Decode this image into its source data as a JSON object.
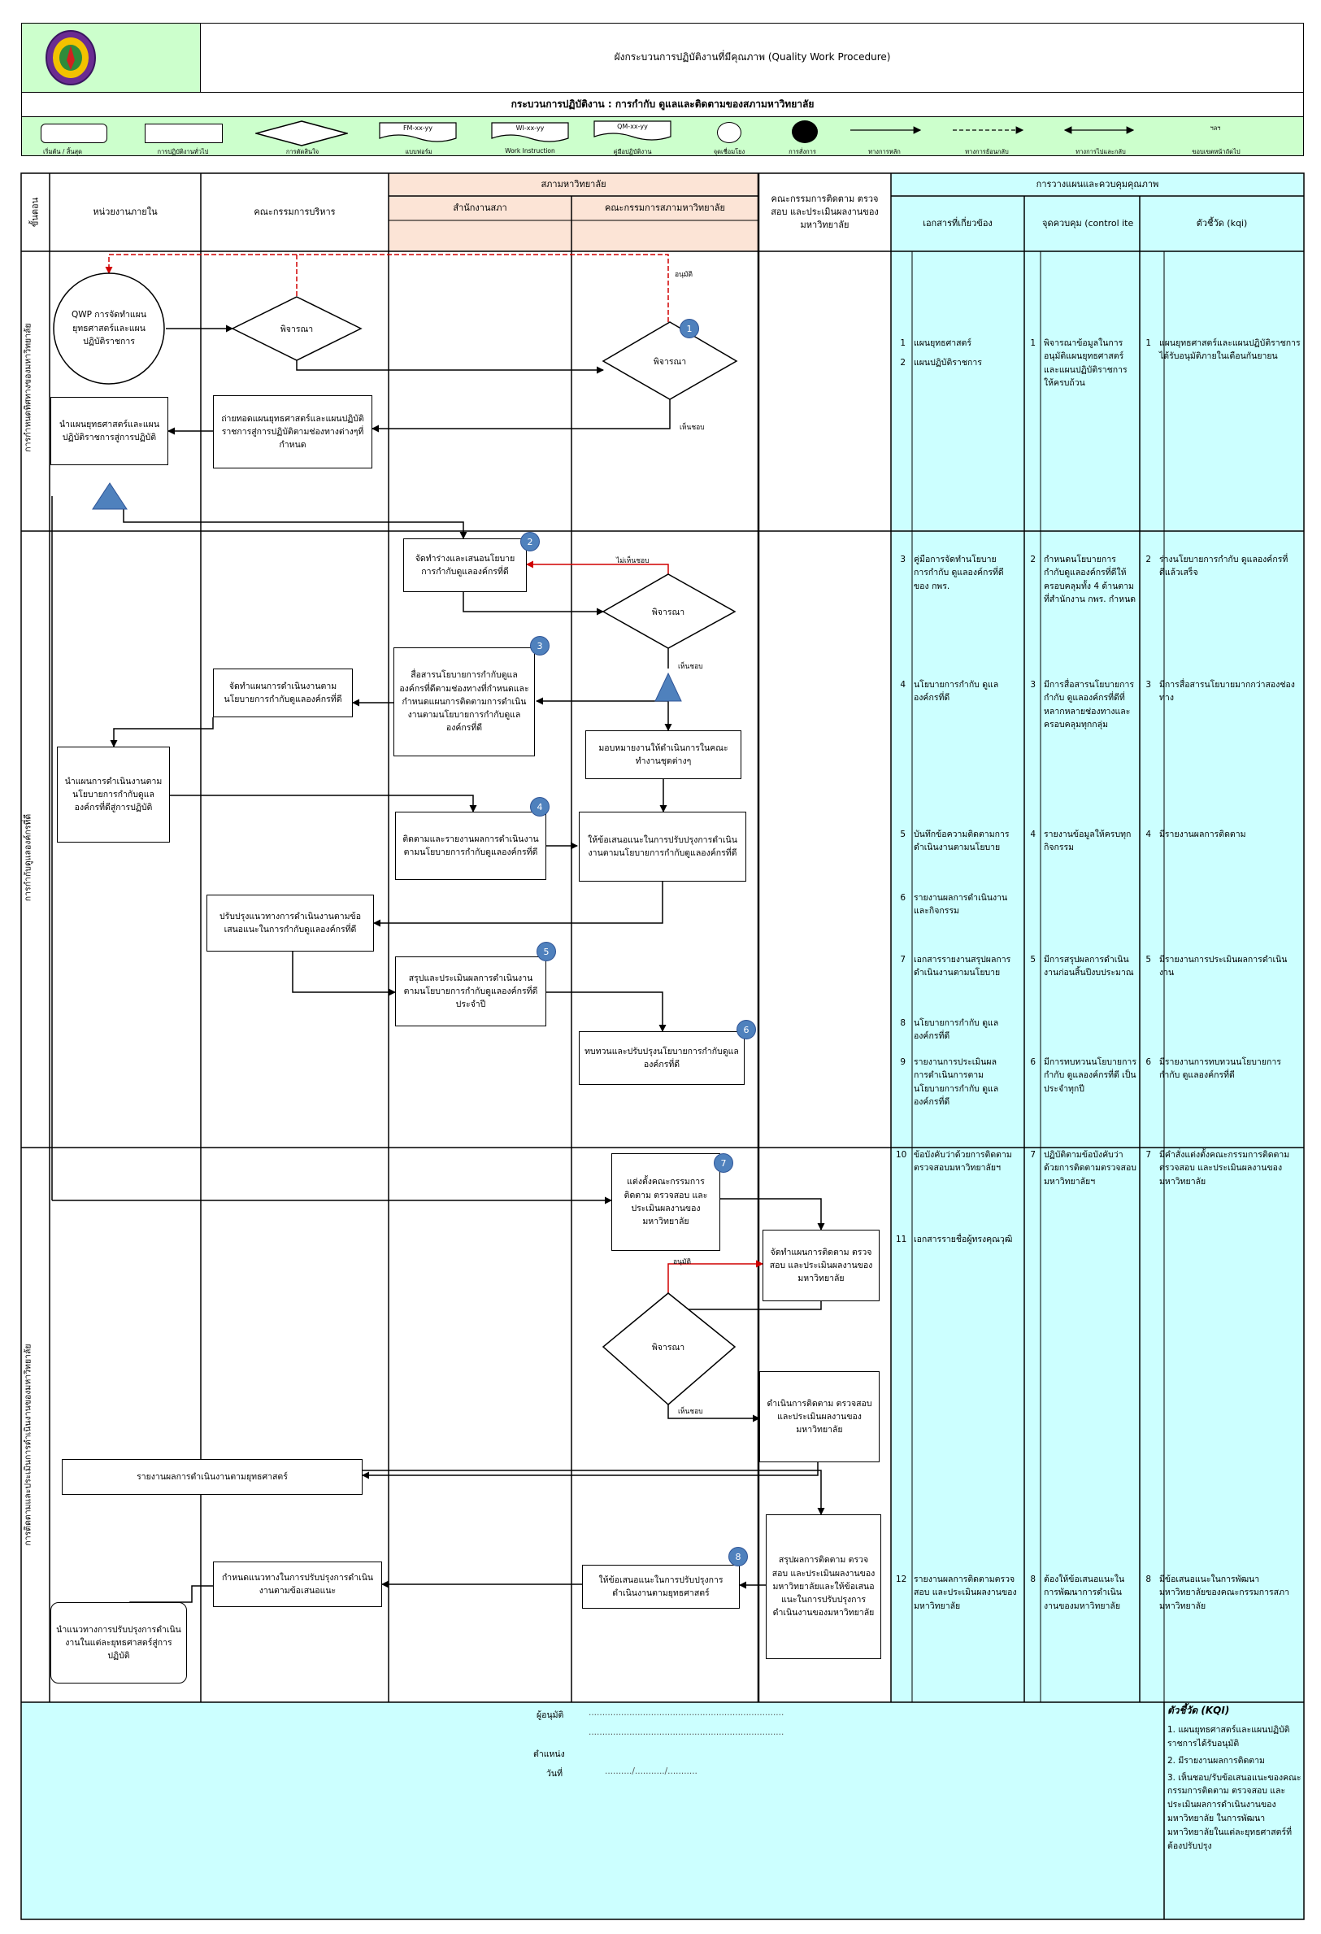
{
  "header": {
    "title": "ผังกระบวนการปฏิบัติงานที่มีคุณภาพ (Quality Work Procedure)",
    "process": "กระบวนการปฏิบัติงาน : การกำกับ ดูแลและติดตามของสภามหาวิทยาลัย"
  },
  "legend": {
    "items": [
      "เริ่มต้น / สิ้นสุด",
      "การปฏิบัติงานทั่วไป",
      "การตัดสินใจ",
      "แบบฟอร์ม",
      "Work Instruction",
      "คู่มือปฏิบัติงาน",
      "จุดเชื่อมโยง",
      "การสั่งการ",
      "ทางการหลัก",
      "ทางการย้อนกลับ",
      "ทางการไปและกลับ",
      "ขอบเขตหน้าถัดไป"
    ],
    "form_codes": [
      "FM-xx-yy",
      "WI-xx-yy",
      "QM-xx-yy"
    ],
    "misc": "ฯลฯ"
  },
  "columns": {
    "step": "ขั้นตอน",
    "internal": "หน่วยงานภายใน",
    "board": "คณะกรรมการบริหาร",
    "council": "สภามหาวิทยาลัย",
    "council_office": "สำนักงานสภา",
    "council_committee": "คณะกรรมการสภามหาวิทยาลัย",
    "audit_committee": "คณะกรรมการติดตาม ตรวจสอบ และประเมินผลงานของมหาวิทยาลัย",
    "control": "การวางแผนและควบคุมคุณภาพ",
    "docs": "เอกสารที่เกี่ยวข้อง",
    "points": "จุดควบคุม (control ite",
    "kqi": "ตัวชี้วัด (kqi)"
  },
  "steps": [
    "การกำหนดทิศทางของมหาวิทยาลัย",
    "การกำกับดูแลองค์กรที่ดี",
    "การติดตามและประเมินการดำเนินงานของมหาวิทยาลัย"
  ],
  "flow": {
    "qwp": "QWP การจัดทำแผนยุทธศาสตร์และแผนปฏิบัติราชการ",
    "consider": "พิจารณา",
    "approve": "อนุมัติ",
    "disapprove": "ไม่เห็นชอบ",
    "agree": "เห็นชอบ",
    "b1": "ถ่ายทอดแผนยุทธศาสตร์และแผนปฏิบัติราชการสู่การปฏิบัติตามช่องทางต่างๆที่กำหนด",
    "b2": "นำแผนยุทธศาสตร์และแผนปฏิบัติราชการสู่การปฏิบัติ",
    "b3": "จัดทำร่างและเสนอนโยบายการกำกับดูแลองค์กรที่ดี",
    "b4": "สื่อสารนโยบายการกำกับดูแลองค์กรที่ดีตามช่องทางที่กำหนดและกำหนดแผนการติดตามการดำเนินงานตามนโยบายการกำกับดูแลองค์กรที่ดี",
    "b5": "จัดทำแผนการดำเนินงานตามนโยบายการกำกับดูแลองค์กรที่ดี",
    "b6": "มอบหมายงานให้ดำเนินการในคณะทำงานชุดต่างๆ",
    "b7": "นำแผนการดำเนินงานตามนโยบายการกำกับดูแลองค์กรที่ดีสู่การปฏิบัติ",
    "b8": "ติดตามและรายงานผลการดำเนินงานตามนโยบายการกำกับดูแลองค์กรที่ดี",
    "b9": "ให้ข้อเสนอแนะในการปรับปรุงการดำเนินงานตามนโยบายการกำกับดูแลองค์กรที่ดี",
    "b10": "ปรับปรุงแนวทางการดำเนินงานตามข้อเสนอแนะในการกำกับดูแลองค์กรที่ดี",
    "b11": "สรุปและประเมินผลการดำเนินงานตามนโยบายการกำกับดูแลองค์กรที่ดีประจำปี",
    "b12": "ทบทวนและปรับปรุงนโยบายการกำกับดูแลองค์กรที่ดี",
    "b13": "แต่งตั้งคณะกรรมการติดตาม ตรวจสอบ และประเมินผลงานของมหาวิทยาลัย",
    "b14": "จัดทำแผนการติดตาม ตรวจสอบ และประเมินผลงานของมหาวิทยาลัย",
    "b15": "ดำเนินการติดตาม ตรวจสอบ และประเมินผลงานของมหาวิทยาลัย",
    "b16": "รายงานผลการดำเนินงานตามยุทธศาสตร์",
    "b17": "สรุปผลการติดตาม ตรวจสอบ และประเมินผลงานของมหาวิทยาลัยและให้ข้อเสนอแนะในการปรับปรุงการดำเนินงานของมหาวิทยาลัย",
    "b18": "ให้ข้อเสนอแนะในการปรับปรุงการดำเนินงานตามยุทธศาสตร์",
    "b19": "กำหนดแนวทางในการปรับปรุงการดำเนินงานตามข้อเสนอแนะ",
    "b20": "นำแนวทางการปรับปรุงการดำเนินงานในแต่ละยุทธศาสตร์สู่การปฏิบัติ",
    "badges": [
      "1",
      "2",
      "3",
      "4",
      "5",
      "6",
      "7",
      "8"
    ]
  },
  "docs": [
    {
      "n": "1",
      "t": "แผนยุทธศาสตร์"
    },
    {
      "n": "2",
      "t": "แผนปฏิบัติราชการ"
    },
    {
      "n": "3",
      "t": "คู่มือการจัดทำนโยบายการกำกับ ดูแลองค์กรที่ดีของ กพร."
    },
    {
      "n": "4",
      "t": "นโยบายการกำกับ ดูแลองค์กรที่ดี"
    },
    {
      "n": "5",
      "t": "บันทึกข้อความติดตามการดำเนินงานตามนโยบาย"
    },
    {
      "n": "6",
      "t": "รายงานผลการดำเนินงานและกิจกรรม"
    },
    {
      "n": "7",
      "t": "เอกสารรายงานสรุปผลการดำเนินงานตามนโยบาย"
    },
    {
      "n": "8",
      "t": "นโยบายการกำกับ ดูแลองค์กรที่ดี"
    },
    {
      "n": "9",
      "t": "รายงานการประเมินผลการดำเนินการตามนโยบายการกำกับ ดูแลองค์กรที่ดี"
    },
    {
      "n": "10",
      "t": "ข้อบังคับว่าด้วยการติดตามตรวจสอบมหาวิทยาลัยฯ"
    },
    {
      "n": "11",
      "t": "เอกสารรายชื่อผู้ทรงคุณวุฒิ"
    },
    {
      "n": "12",
      "t": "รายงานผลการติดตามตรวจสอบ และประเมินผลงานของมหาวิทยาลัย"
    }
  ],
  "points": [
    {
      "n": "1",
      "t": "พิจารณาข้อมูลในการอนุมัติแผนยุทธศาสตร์และแผนปฏิบัติราชการให้ครบถ้วน"
    },
    {
      "n": "2",
      "t": "กำหนดนโยบายการกำกับดูแลองค์กรที่ดีให้ครอบคลุมทั้ง 4 ด้านตามที่สำนักงาน กพร. กำหนด"
    },
    {
      "n": "3",
      "t": "มีการสื่อสารนโยบายการกำกับ ดูแลองค์กรที่ดีที่หลากหลายช่องทางและครอบคลุมทุกกลุ่ม"
    },
    {
      "n": "4",
      "t": "รายงานข้อมูลให้ครบทุกกิจกรรม"
    },
    {
      "n": "5",
      "t": "มีการสรุปผลการดำเนินงานก่อนสิ้นปีงบประมาณ"
    },
    {
      "n": "6",
      "t": "มีการทบทวนนโยบายการกำกับ ดูแลองค์กรที่ดี เป็นประจำทุกปี"
    },
    {
      "n": "7",
      "t": "ปฏิบัติตามข้อบังคับว่าด้วยการติดตามตรวจสอบมหาวิทยาลัยฯ"
    },
    {
      "n": "8",
      "t": "ต้องให้ข้อเสนอแนะในการพัฒนาการดำเนินงานของมหาวิทยาลัย"
    }
  ],
  "kqi": [
    {
      "n": "1",
      "t": "แผนยุทธศาสตร์และแผนปฏิบัติราชการได้รับอนุมัติภายในเดือนกันยายน"
    },
    {
      "n": "2",
      "t": "ร่างนโยบายการกำกับ ดูแลองค์กรที่ดีแล้วเสร็จ"
    },
    {
      "n": "3",
      "t": "มีการสื่อสารนโยบายมากกว่าสองช่องทาง"
    },
    {
      "n": "4",
      "t": "มีรายงานผลการติดตาม"
    },
    {
      "n": "5",
      "t": "มีรายงานการประเมินผลการดำเนินงาน"
    },
    {
      "n": "6",
      "t": "มีรายงานการทบทวนนโยบายการกำกับ ดูแลองค์กรที่ดี"
    },
    {
      "n": "7",
      "t": "มีคำสั่งแต่งตั้งคณะกรรมการติดตาม ตรวจสอบ และประเมินผลงานของมหาวิทยาลัย"
    },
    {
      "n": "8",
      "t": "มีข้อเสนอแนะในการพัฒนามหาวิทยาลัยของคณะกรรมการสภามหาวิทยาลัย"
    }
  ],
  "footer": {
    "approver": "ผู้อนุมัติ",
    "position": "ตำแหน่ง",
    "date": "วันที่",
    "dots": "........................................................................",
    "date_dots": "........../.........../...........",
    "kqi_title": "ตัวชี้วัด (KQI)",
    "kqi_items": [
      "1. แผนยุทธศาสตร์และแผนปฏิบัติราชการได้รับอนุมัติ",
      "2. มีรายงานผลการติดตาม",
      "3. เห็นชอบ/รับข้อเสนอแนะของคณะกรรมการติดตาม ตรวจสอบ และประเมินผลการดำเนินงานของมหาวิทยาลัย ในการพัฒนามหาวิทยาลัยในแต่ละยุทธศาสตร์ที่ต้องปรับปรุง"
    ]
  },
  "colors": {
    "green": "#ccffcc",
    "peach": "#fce4d6",
    "cyan": "#ccffff",
    "red": "#d00000",
    "badge": "#4f81bd"
  }
}
